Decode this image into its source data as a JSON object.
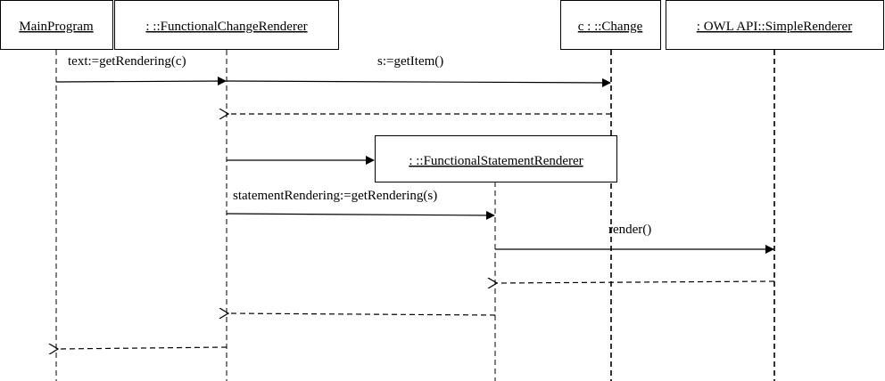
{
  "objects": {
    "main_program": "MainProgram",
    "functional_change_renderer": ": ::FunctionalChangeRenderer",
    "change": "c : ::Change",
    "simple_renderer": ": OWL API::SimpleRenderer",
    "functional_statement_renderer": ": ::FunctionalStatementRenderer"
  },
  "messages": {
    "get_rendering_c": "text:=getRendering(c)",
    "get_item": "s:=getItem()",
    "get_rendering_s": "statementRendering:=getRendering(s)",
    "render": "render()"
  }
}
